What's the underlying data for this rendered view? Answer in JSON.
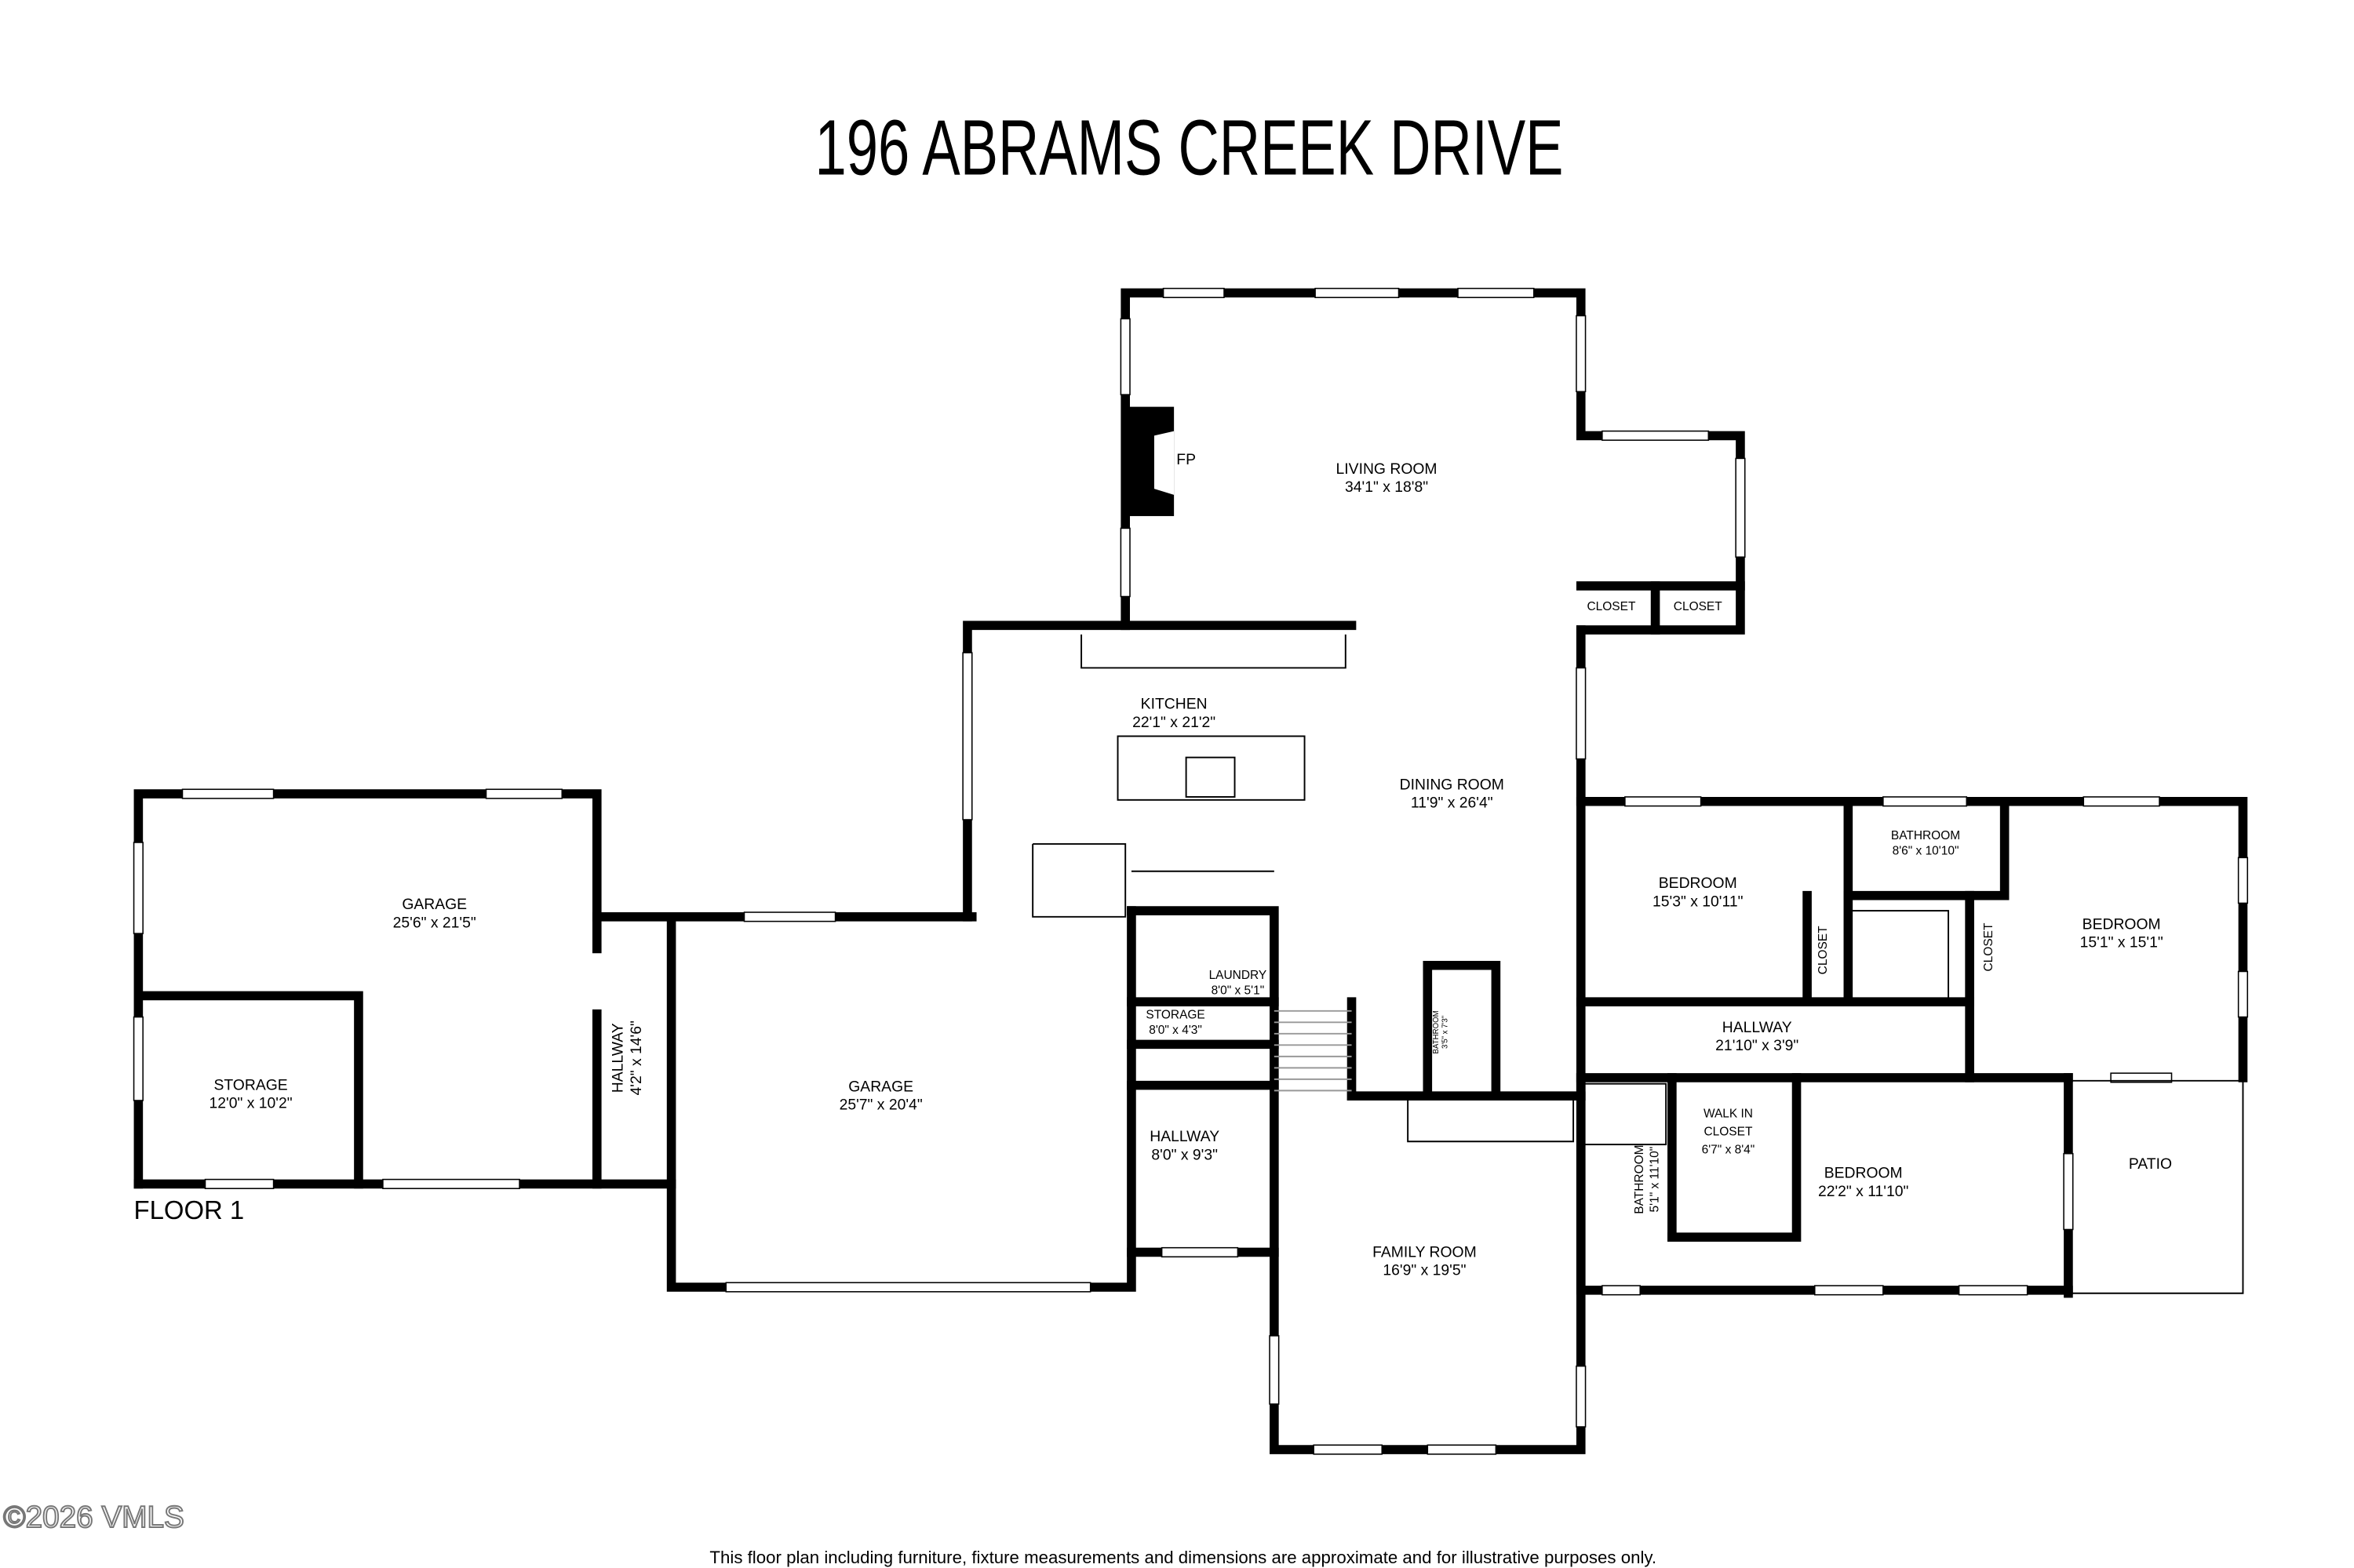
{
  "title": "196 ABRAMS CREEK DRIVE",
  "floor_label": "FLOOR 1",
  "copyright": "©2026 VMLS",
  "disclaimer": "This floor plan including furniture, fixture measurements and dimensions are approximate and for illustrative purposes only.",
  "fireplace_label": "FP",
  "rooms": [
    {
      "name": "LIVING ROOM",
      "dims": "34'1\" x 18'8\""
    },
    {
      "name": "KITCHEN",
      "dims": "22'1\" x 21'2\""
    },
    {
      "name": "DINING ROOM",
      "dims": "11'9\" x 26'4\""
    },
    {
      "name": "GARAGE",
      "dims": "25'6\" x 21'5\""
    },
    {
      "name": "STORAGE",
      "dims": "12'0\" x 10'2\""
    },
    {
      "name": "HALLWAY",
      "dims": "4'2\" x 14'6\""
    },
    {
      "name": "GARAGE",
      "dims": "25'7\" x 20'4\""
    },
    {
      "name": "LAUNDRY",
      "dims": "8'0\" x 5'1\""
    },
    {
      "name": "STORAGE",
      "dims": "8'0\" x 4'3\""
    },
    {
      "name": "HALLWAY",
      "dims": "8'0\" x 9'3\""
    },
    {
      "name": "BATHROOM",
      "dims": "3'5\" x 7'3\""
    },
    {
      "name": "FAMILY ROOM",
      "dims": "16'9\" x 19'5\""
    },
    {
      "name": "BEDROOM",
      "dims": "15'3\" x 10'11\""
    },
    {
      "name": "BATHROOM",
      "dims": "8'6\" x 10'10\""
    },
    {
      "name": "BEDROOM",
      "dims": "15'1\" x 15'1\""
    },
    {
      "name": "HALLWAY",
      "dims": "21'10\" x 3'9\""
    },
    {
      "name": "WALK IN",
      "name2": "CLOSET",
      "dims": "6'7\" x 8'4\""
    },
    {
      "name": "BATHROOM",
      "dims": "5'1\" x 11'10\""
    },
    {
      "name": "BEDROOM",
      "dims": "22'2\" x 11'10\""
    },
    {
      "name": "PATIO"
    }
  ],
  "closets": [
    "CLOSET",
    "CLOSET",
    "CLOSET",
    "CLOSET"
  ]
}
